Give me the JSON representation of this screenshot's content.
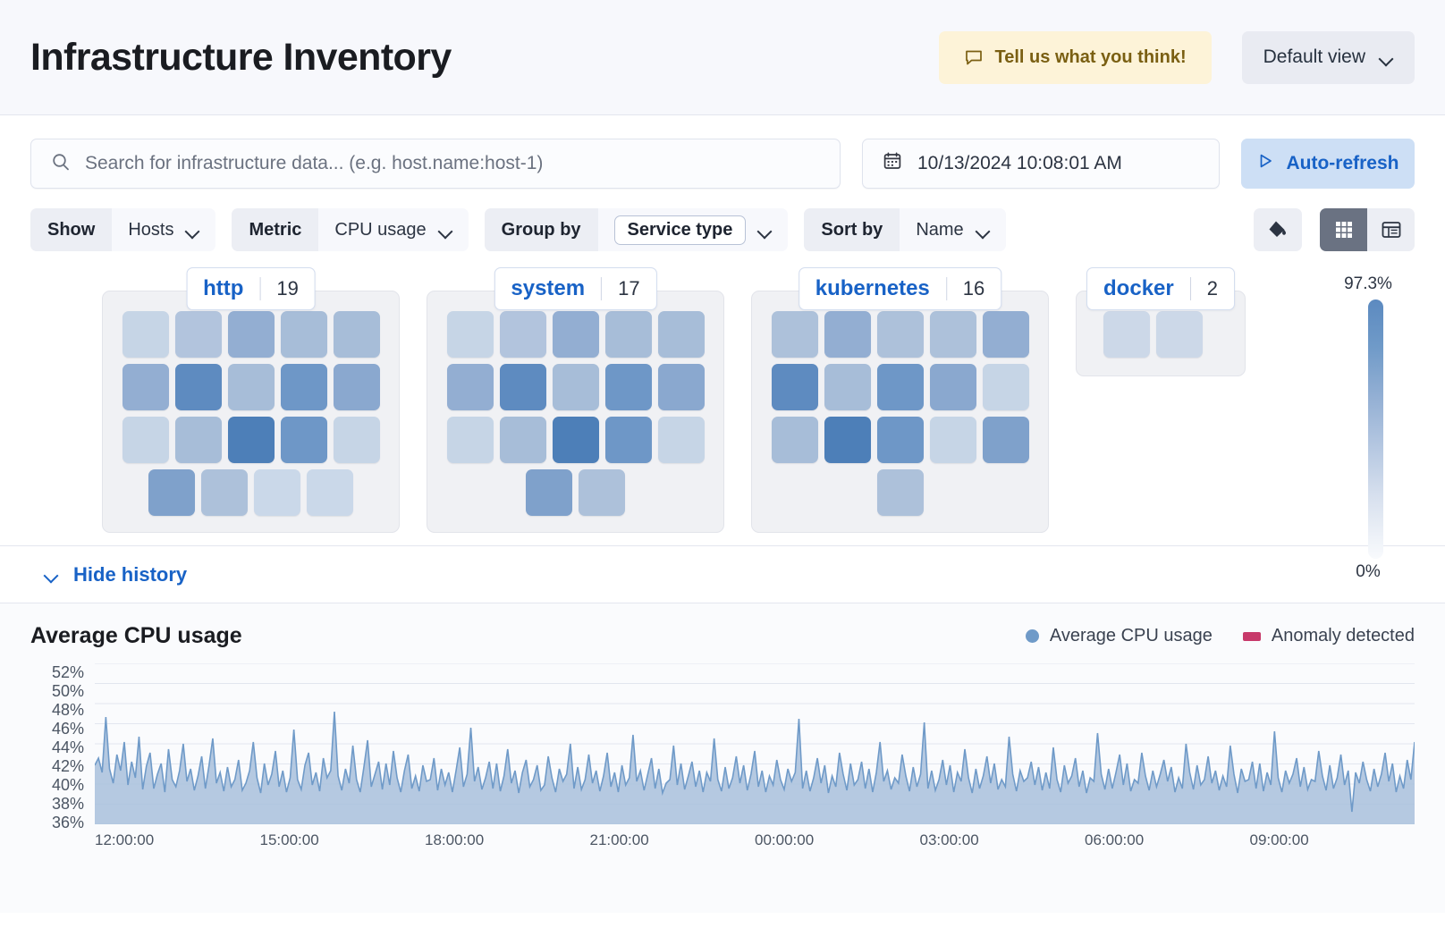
{
  "header": {
    "title": "Infrastructure Inventory",
    "feedback_label": "Tell us what you think!",
    "view_label": "Default view"
  },
  "search": {
    "placeholder": "Search for infrastructure data... (e.g. host.name:host-1)",
    "value": "",
    "date_value": "10/13/2024 10:08:01 AM",
    "refresh_label": "Auto-refresh"
  },
  "filters": [
    {
      "label": "Show",
      "value": "Hosts",
      "boxed": false
    },
    {
      "label": "Metric",
      "value": "CPU usage",
      "boxed": false
    },
    {
      "label": "Group by",
      "value": "Service type",
      "boxed": true
    },
    {
      "label": "Sort by",
      "value": "Name",
      "boxed": false
    }
  ],
  "view_toggle": {
    "palette_icon": "paint-bucket-icon",
    "grid_icon": "grid-view-icon",
    "table_icon": "table-view-icon",
    "active": "grid"
  },
  "legend": {
    "max": "97.3%",
    "min": "0%"
  },
  "groups": [
    {
      "name": "http",
      "count": "19",
      "cells": [
        "#c6d5e6",
        "#b2c4dd",
        "#93aed2",
        "#a7bdd8",
        "#a7bdd8",
        "#93aed2",
        "#5e8bc0",
        "#a7bdd8",
        "#6e97c7",
        "#8aa8cf",
        "#c6d5e6",
        "#a7bdd8",
        "#4d7fb8",
        "#6e97c7",
        "#c6d5e6",
        "#7fa1cb",
        "#adc1da",
        "#cad8e9",
        "#cad8e9"
      ]
    },
    {
      "name": "system",
      "count": "17",
      "cells": [
        "#c6d5e6",
        "#b2c4dd",
        "#93aed2",
        "#a7bdd8",
        "#a7bdd8",
        "#93aed2",
        "#5e8bc0",
        "#a7bdd8",
        "#6e97c7",
        "#8aa8cf",
        "#c6d5e6",
        "#a7bdd8",
        "#4d7fb8",
        "#6e97c7",
        "#c6d5e6",
        "#7fa1cb",
        "#adc1da"
      ]
    },
    {
      "name": "kubernetes",
      "count": "16",
      "cells": [
        "#adc1da",
        "#93aed2",
        "#adc1da",
        "#adc1da",
        "#93aed2",
        "#5e8bc0",
        "#a7bdd8",
        "#6e97c7",
        "#8aa8cf",
        "#c6d5e6",
        "#a7bdd8",
        "#4d7fb8",
        "#6e97c7",
        "#c6d5e6",
        "#7fa1cb",
        "#adc1da"
      ]
    },
    {
      "name": "docker",
      "count": "2",
      "cells": [
        "#ccd8e8",
        "#ccd8e8"
      ]
    }
  ],
  "history": {
    "toggle_label": "Hide history"
  },
  "chart_data": {
    "type": "area",
    "title": "Average CPU usage",
    "xlabel": "",
    "ylabel": "",
    "grid": true,
    "legend_position": "top-right",
    "legend": [
      {
        "name": "Average CPU usage",
        "color": "#6f9ac8",
        "marker": "circle"
      },
      {
        "name": "Anomaly detected",
        "color": "#c7396a",
        "marker": "rect"
      }
    ],
    "ytick_labels": [
      "52%",
      "50%",
      "48%",
      "46%",
      "44%",
      "42%",
      "40%",
      "38%",
      "36%"
    ],
    "ylim": [
      35,
      53
    ],
    "xtick_labels": [
      "12:00:00",
      "15:00:00",
      "18:00:00",
      "21:00:00",
      "00:00:00",
      "03:00:00",
      "06:00:00",
      "09:00:00"
    ],
    "series": [
      {
        "name": "Average CPU usage",
        "color": "#6f9ac8",
        "values": [
          41.6,
          42.4,
          40.8,
          47.0,
          41.2,
          39.6,
          42.8,
          41.0,
          44.2,
          39.4,
          42.0,
          40.2,
          44.8,
          38.9,
          41.5,
          43.0,
          39.0,
          40.6,
          41.8,
          38.6,
          43.4,
          40.0,
          39.2,
          41.0,
          44.0,
          39.8,
          41.2,
          38.8,
          40.4,
          42.6,
          39.0,
          41.6,
          44.6,
          39.6,
          40.8,
          38.7,
          41.4,
          39.2,
          40.0,
          42.2,
          38.8,
          39.6,
          41.0,
          44.2,
          40.2,
          38.5,
          41.8,
          39.4,
          40.6,
          43.2,
          39.2,
          41.0,
          38.6,
          40.2,
          45.6,
          40.0,
          38.9,
          41.6,
          43.0,
          39.4,
          40.8,
          38.7,
          42.4,
          40.2,
          41.0,
          47.6,
          40.4,
          38.8,
          41.2,
          39.6,
          43.8,
          40.0,
          38.6,
          41.4,
          44.4,
          39.2,
          40.6,
          42.0,
          38.9,
          41.8,
          39.4,
          43.2,
          40.2,
          38.6,
          41.0,
          42.8,
          39.0,
          40.4,
          38.7,
          41.6,
          39.8,
          40.0,
          42.4,
          38.8,
          41.2,
          39.4,
          40.8,
          38.6,
          41.0,
          43.6,
          39.2,
          40.6,
          45.8,
          39.8,
          41.4,
          38.9,
          40.2,
          42.0,
          39.0,
          41.8,
          38.7,
          40.4,
          43.4,
          39.6,
          41.0,
          38.5,
          40.8,
          42.2,
          39.2,
          40.0,
          41.6,
          38.8,
          39.4,
          42.6,
          40.2,
          38.6,
          41.2,
          39.8,
          40.6,
          44.0,
          39.0,
          41.4,
          38.9,
          40.0,
          42.8,
          39.6,
          41.0,
          38.7,
          40.4,
          43.0,
          39.2,
          40.8,
          38.6,
          41.6,
          39.4,
          40.2,
          45.0,
          39.8,
          41.0,
          38.8,
          40.6,
          42.4,
          39.0,
          41.2,
          38.5,
          39.6,
          40.0,
          43.8,
          39.4,
          41.8,
          38.9,
          40.4,
          42.0,
          39.2,
          41.0,
          38.6,
          40.8,
          39.8,
          44.6,
          40.0,
          38.7,
          41.4,
          39.0,
          40.2,
          42.6,
          39.6,
          41.6,
          38.8,
          40.6,
          43.2,
          39.2,
          41.0,
          38.6,
          40.4,
          39.4,
          42.2,
          40.0,
          38.9,
          41.2,
          39.8,
          40.8,
          46.8,
          39.0,
          41.0,
          38.7,
          40.2,
          42.4,
          39.6,
          41.6,
          38.5,
          40.4,
          39.2,
          43.0,
          40.6,
          38.8,
          41.8,
          39.4,
          40.0,
          42.0,
          39.0,
          41.2,
          38.6,
          40.8,
          44.2,
          39.8,
          41.0,
          38.9,
          40.2,
          39.6,
          42.8,
          40.4,
          38.7,
          41.4,
          39.2,
          40.6,
          46.4,
          39.0,
          41.0,
          38.8,
          40.0,
          42.2,
          39.4,
          41.6,
          38.6,
          40.8,
          39.8,
          43.4,
          40.2,
          38.5,
          41.2,
          39.0,
          40.4,
          42.6,
          39.6,
          41.8,
          38.9,
          40.0,
          39.2,
          44.8,
          40.6,
          38.7,
          41.0,
          39.8,
          40.2,
          42.0,
          39.4,
          41.4,
          38.8,
          40.8,
          39.0,
          43.6,
          40.0,
          38.6,
          41.6,
          39.6,
          40.4,
          42.4,
          39.2,
          41.0,
          38.5,
          40.2,
          39.8,
          45.2,
          40.6,
          38.9,
          41.2,
          39.0,
          40.8,
          42.8,
          39.4,
          41.8,
          38.7,
          40.0,
          39.6,
          43.0,
          40.4,
          38.8,
          41.0,
          39.2,
          40.6,
          42.2,
          39.8,
          41.4,
          38.6,
          40.2,
          39.0,
          44.0,
          40.8,
          38.9,
          41.6,
          39.4,
          40.0,
          42.6,
          39.6,
          41.0,
          38.8,
          40.4,
          39.2,
          43.8,
          40.6,
          38.5,
          41.2,
          39.8,
          40.0,
          42.0,
          39.0,
          41.8,
          38.7,
          40.8,
          39.4,
          45.4,
          40.2,
          38.6,
          41.0,
          39.6,
          40.6,
          42.4,
          39.2,
          41.4,
          38.9,
          40.0,
          39.8,
          43.2,
          40.4,
          38.8,
          41.6,
          39.0,
          40.2,
          42.8,
          39.4,
          41.0,
          36.4,
          40.8,
          39.6,
          42.0,
          40.0,
          38.7,
          41.2,
          39.2,
          40.6,
          43.0,
          39.8,
          41.8,
          38.6,
          40.4,
          39.0,
          42.2,
          40.0,
          44.2
        ]
      }
    ]
  }
}
